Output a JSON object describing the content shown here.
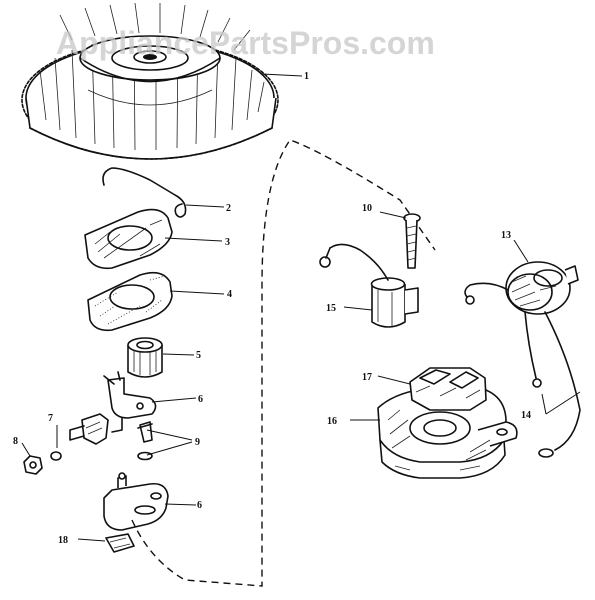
{
  "watermark": "AppliancePartsPros.com",
  "callouts": {
    "c1": "1",
    "c2": "2",
    "c3": "3",
    "c4": "4",
    "c5": "5",
    "c6a": "6",
    "c6b": "6",
    "c7": "7",
    "c8": "8",
    "c9": "9",
    "c10": "10",
    "c13": "13",
    "c14": "14",
    "c15": "15",
    "c16": "16",
    "c17": "17",
    "c18": "18"
  },
  "colors": {
    "ink": "#111111",
    "background": "#ffffff",
    "watermark": "#c8c8c8"
  }
}
